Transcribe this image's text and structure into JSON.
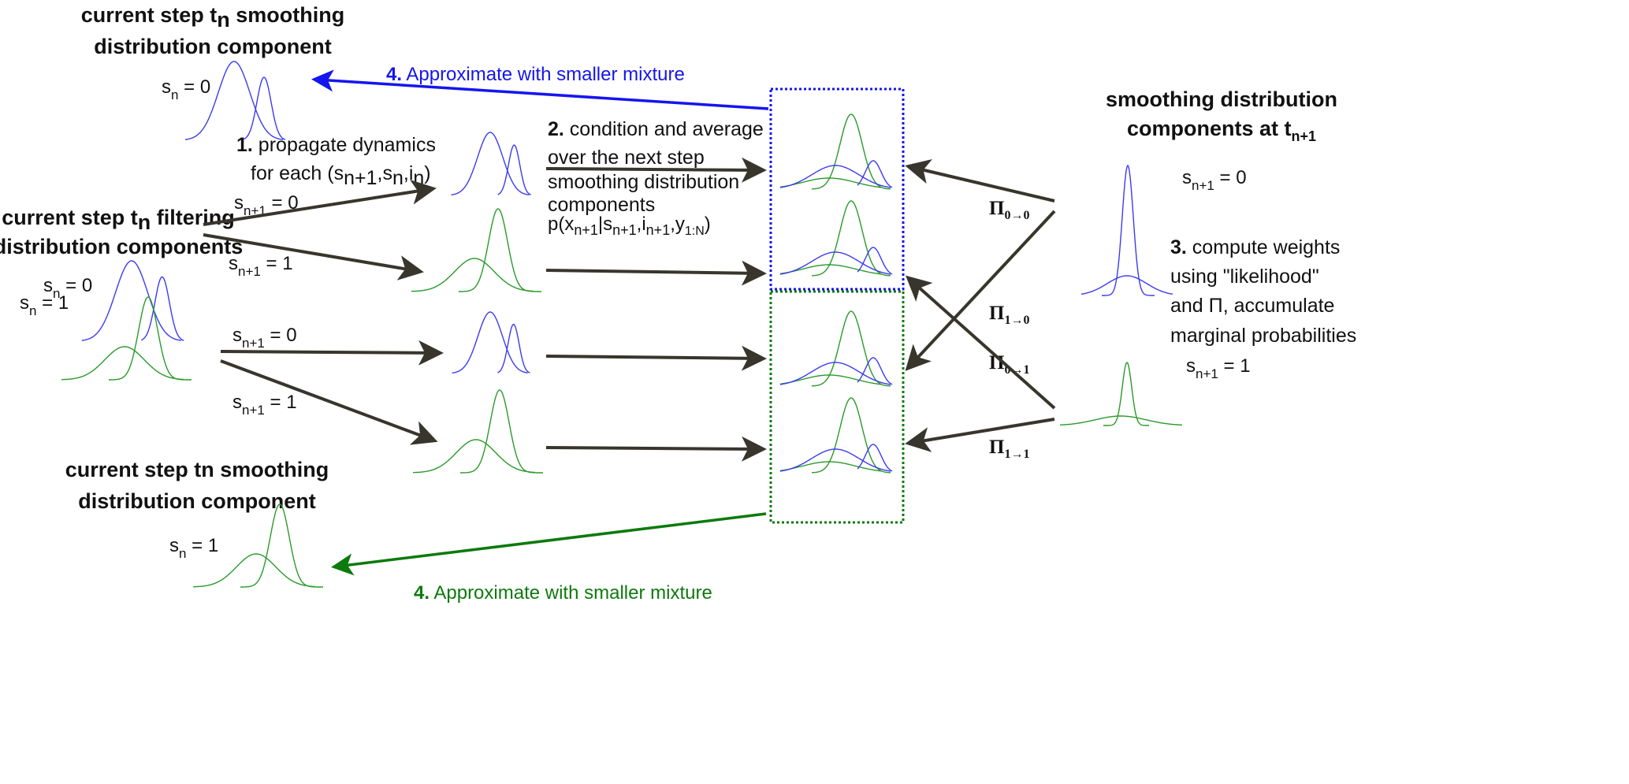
{
  "colors": {
    "blue": "#1515ee",
    "green": "#0d7a0d",
    "arrow": "#38362c",
    "blue_curve": "#3b3bf0",
    "green_curve": "#2a9a2a"
  },
  "top_smoothing": {
    "line1_a": "current step t",
    "line1_sub": "n",
    "line1_b": " smoothing",
    "line2": "distribution component",
    "state": "s",
    "state_sub": "n",
    "state_val": " = 0"
  },
  "filtering": {
    "line1_a": "current step t",
    "line1_sub": "n",
    "line1_b": " filtering",
    "line2": "distribution components",
    "state0": " = 0",
    "state1": " = 1",
    "state": "s",
    "state_sub": "n"
  },
  "step1": {
    "num": "1.",
    "line1": " propagate dynamics",
    "line2_a": "for each (s",
    "line2_sub1": "n+1",
    "line2_b": ",s",
    "line2_sub2": "n",
    "line2_c": ",i",
    "line2_sub3": "n",
    "line2_d": ")"
  },
  "transitions": {
    "s": "s",
    "sub": "n+1",
    "eq0": " = 0",
    "eq1": " = 1"
  },
  "step2": {
    "num": "2.",
    "line1": " condition and average",
    "line2": "over the next step",
    "line3": "smoothing distribution",
    "line4": "components",
    "formula_a": "p(x",
    "formula_sub1": "n+1",
    "formula_b": "|s",
    "formula_sub2": "n+1",
    "formula_c": ",i",
    "formula_sub3": "n+1",
    "formula_d": ",y",
    "formula_sub4": "1:N",
    "formula_e": ")"
  },
  "next_smoothing": {
    "line1": "smoothing distribution",
    "line2_a": "components at t",
    "line2_sub": "n+1",
    "state": "s",
    "state_sub": "n+1",
    "eq0": " = 0",
    "eq1": " = 1"
  },
  "step3": {
    "num": "3.",
    "line1": " compute weights",
    "line2": "using \"likelihood\"",
    "line3": "and Π, accumulate",
    "line4": "marginal probabilities"
  },
  "pi_labels": [
    {
      "p": "Π",
      "sub": "0→0"
    },
    {
      "p": "Π",
      "sub": "1→0"
    },
    {
      "p": "Π",
      "sub": "0→1"
    },
    {
      "p": "Π",
      "sub": "1→1"
    }
  ],
  "step4": {
    "num": "4.",
    "text": " Approximate with smaller mixture"
  },
  "bottom_smoothing": {
    "line1": "current step tn smoothing",
    "line2": "distribution component",
    "state": "s",
    "state_sub": "n",
    "state_val": " = 1"
  }
}
